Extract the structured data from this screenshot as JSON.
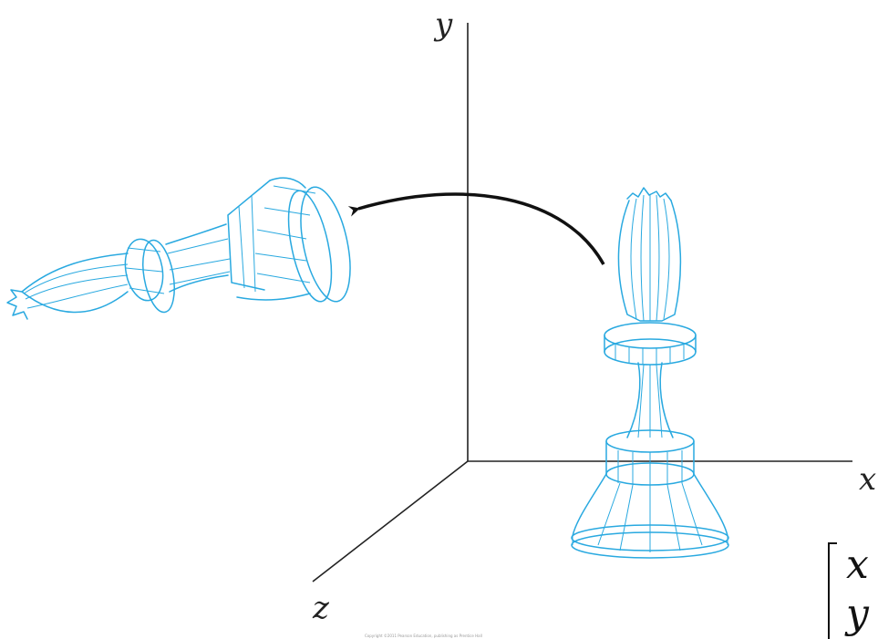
{
  "axes": {
    "x_label": "x",
    "y_label": "y",
    "z_label": "z"
  },
  "matrix_partial": {
    "row1": "x",
    "row2": "y"
  },
  "copyright_text": "Copyright ©2011 Pearson Education, publishing as Prentice Hall",
  "colors": {
    "wireframe": "#29a9e0",
    "axes": "#222222",
    "arrow": "#111111"
  },
  "icons": {
    "upright_piece": "bishop-chess-piece-wireframe",
    "rotated_piece": "rotated-bishop-chess-piece-wireframe",
    "rotation_arrow": "curved-arrow"
  }
}
